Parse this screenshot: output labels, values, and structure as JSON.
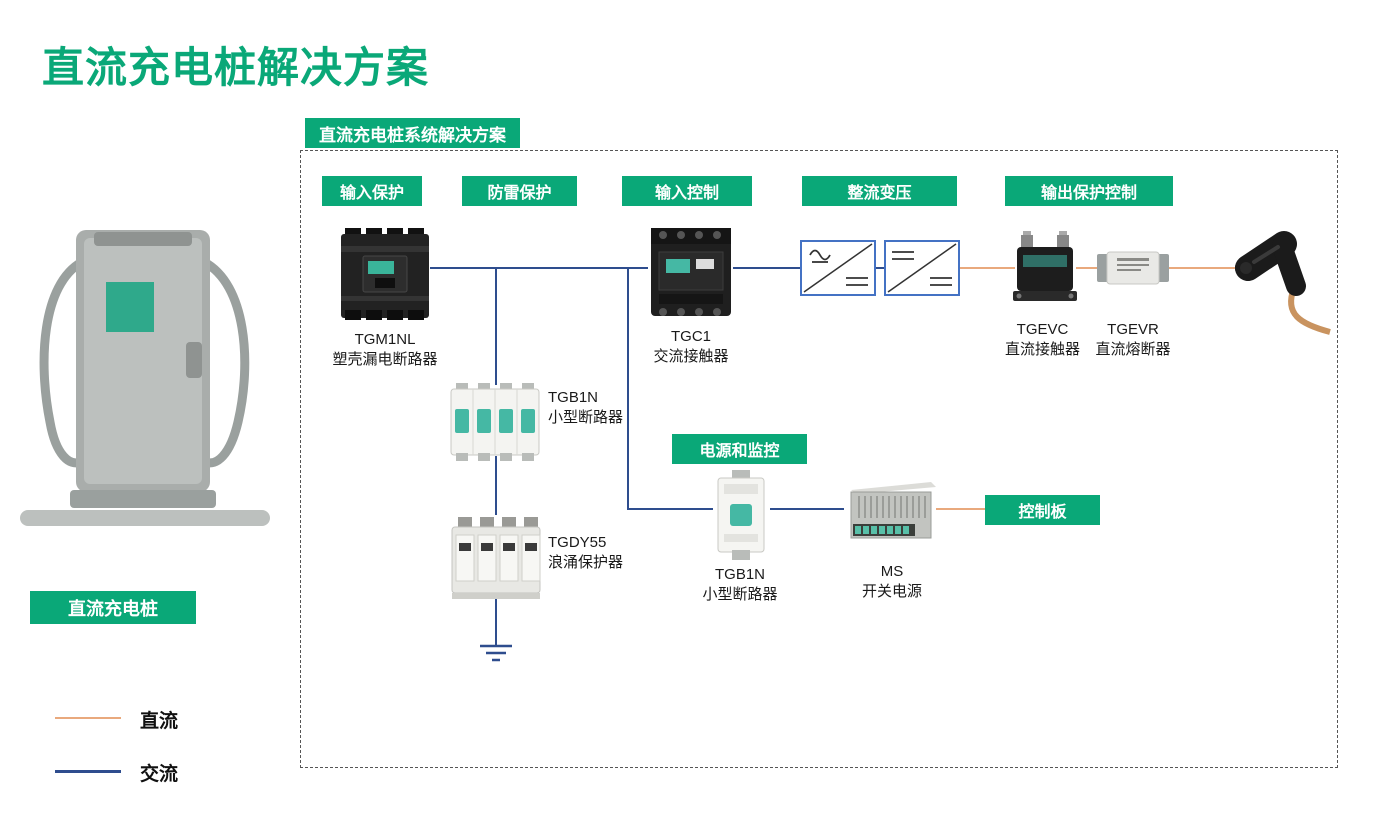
{
  "title": "直流充电桩解决方案",
  "diagram": {
    "header": "直流充电桩系统解决方案",
    "stages": {
      "input_protection": "输入保护",
      "surge_protection": "防雷保护",
      "input_control": "输入控制",
      "rectifier": "整流变压",
      "output_protection": "输出保护控制",
      "power_monitoring": "电源和监控",
      "control_board": "控制板"
    },
    "components": {
      "tgm1nl": {
        "name": "TGM1NL",
        "desc": "塑壳漏电断路器"
      },
      "tgb1n_main": {
        "name": "TGB1N",
        "desc": "小型断路器"
      },
      "tgdy55": {
        "name": "TGDY55",
        "desc": "浪涌保护器"
      },
      "tgc1": {
        "name": "TGC1",
        "desc": "交流接触器"
      },
      "tgevc": {
        "name": "TGEVC",
        "desc": "直流接触器"
      },
      "tgevr": {
        "name": "TGEVR",
        "desc": "直流熔断器"
      },
      "tgb1n_aux": {
        "name": "TGB1N",
        "desc": "小型断路器"
      },
      "ms": {
        "name": "MS",
        "desc": "开关电源"
      }
    }
  },
  "sidebar": {
    "pile_label": "直流充电桩"
  },
  "legend": {
    "dc_label": "直流",
    "ac_label": "交流"
  },
  "colors": {
    "green": "#0aa878",
    "ac_line": "#2e4d8e",
    "dc_line": "#e9a97d"
  }
}
